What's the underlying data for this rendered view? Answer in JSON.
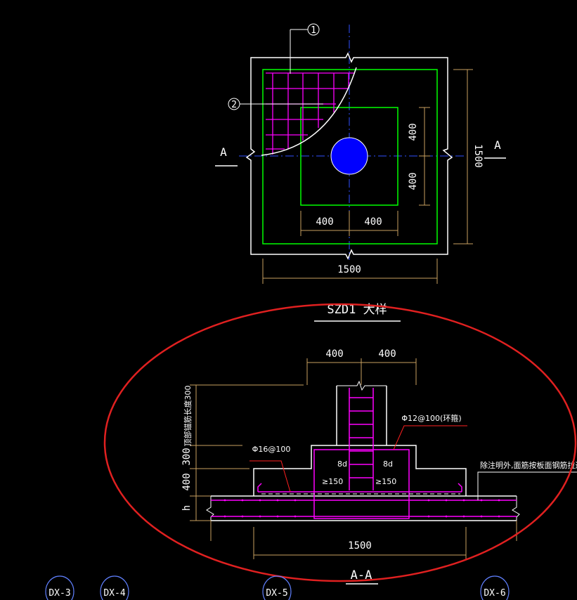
{
  "plan": {
    "section_mark_left": "A",
    "section_mark_right": "A",
    "callout_1": "1",
    "callout_2": "2",
    "dim_top_400": "400",
    "dim_bottom_400": "400",
    "dim_left_400": "400",
    "dim_right_400": "400",
    "dim_width": "1500",
    "dim_height": "1500",
    "title": "SZD1 大样"
  },
  "section": {
    "dim_400_left": "400",
    "dim_400_right": "400",
    "dim_h": "h",
    "dim_400_vert": "400",
    "dim_300": "300",
    "dim_anchor": "顶部锚筋长度300",
    "rebar_ring": "Φ12@100(环箍)",
    "rebar_mesh": "Φ16@100",
    "left_8d": "8d",
    "right_8d": "8d",
    "left_150": "≥150",
    "right_150": "≥150",
    "note_right": "除注明外,面筋按板面钢筋拉通",
    "dim_1500": "1500",
    "title": "A-A"
  },
  "axis_bubbles": [
    "DX-3",
    "DX-4",
    "DX-5",
    "DX-6"
  ],
  "colors": {
    "background": "#000000",
    "outline": "#ffffff",
    "green": "#00ff00",
    "magenta": "#ff00ff",
    "column_fill": "#0000ff",
    "dimension": "#c8a060",
    "highlight_ellipse": "#e02020"
  }
}
